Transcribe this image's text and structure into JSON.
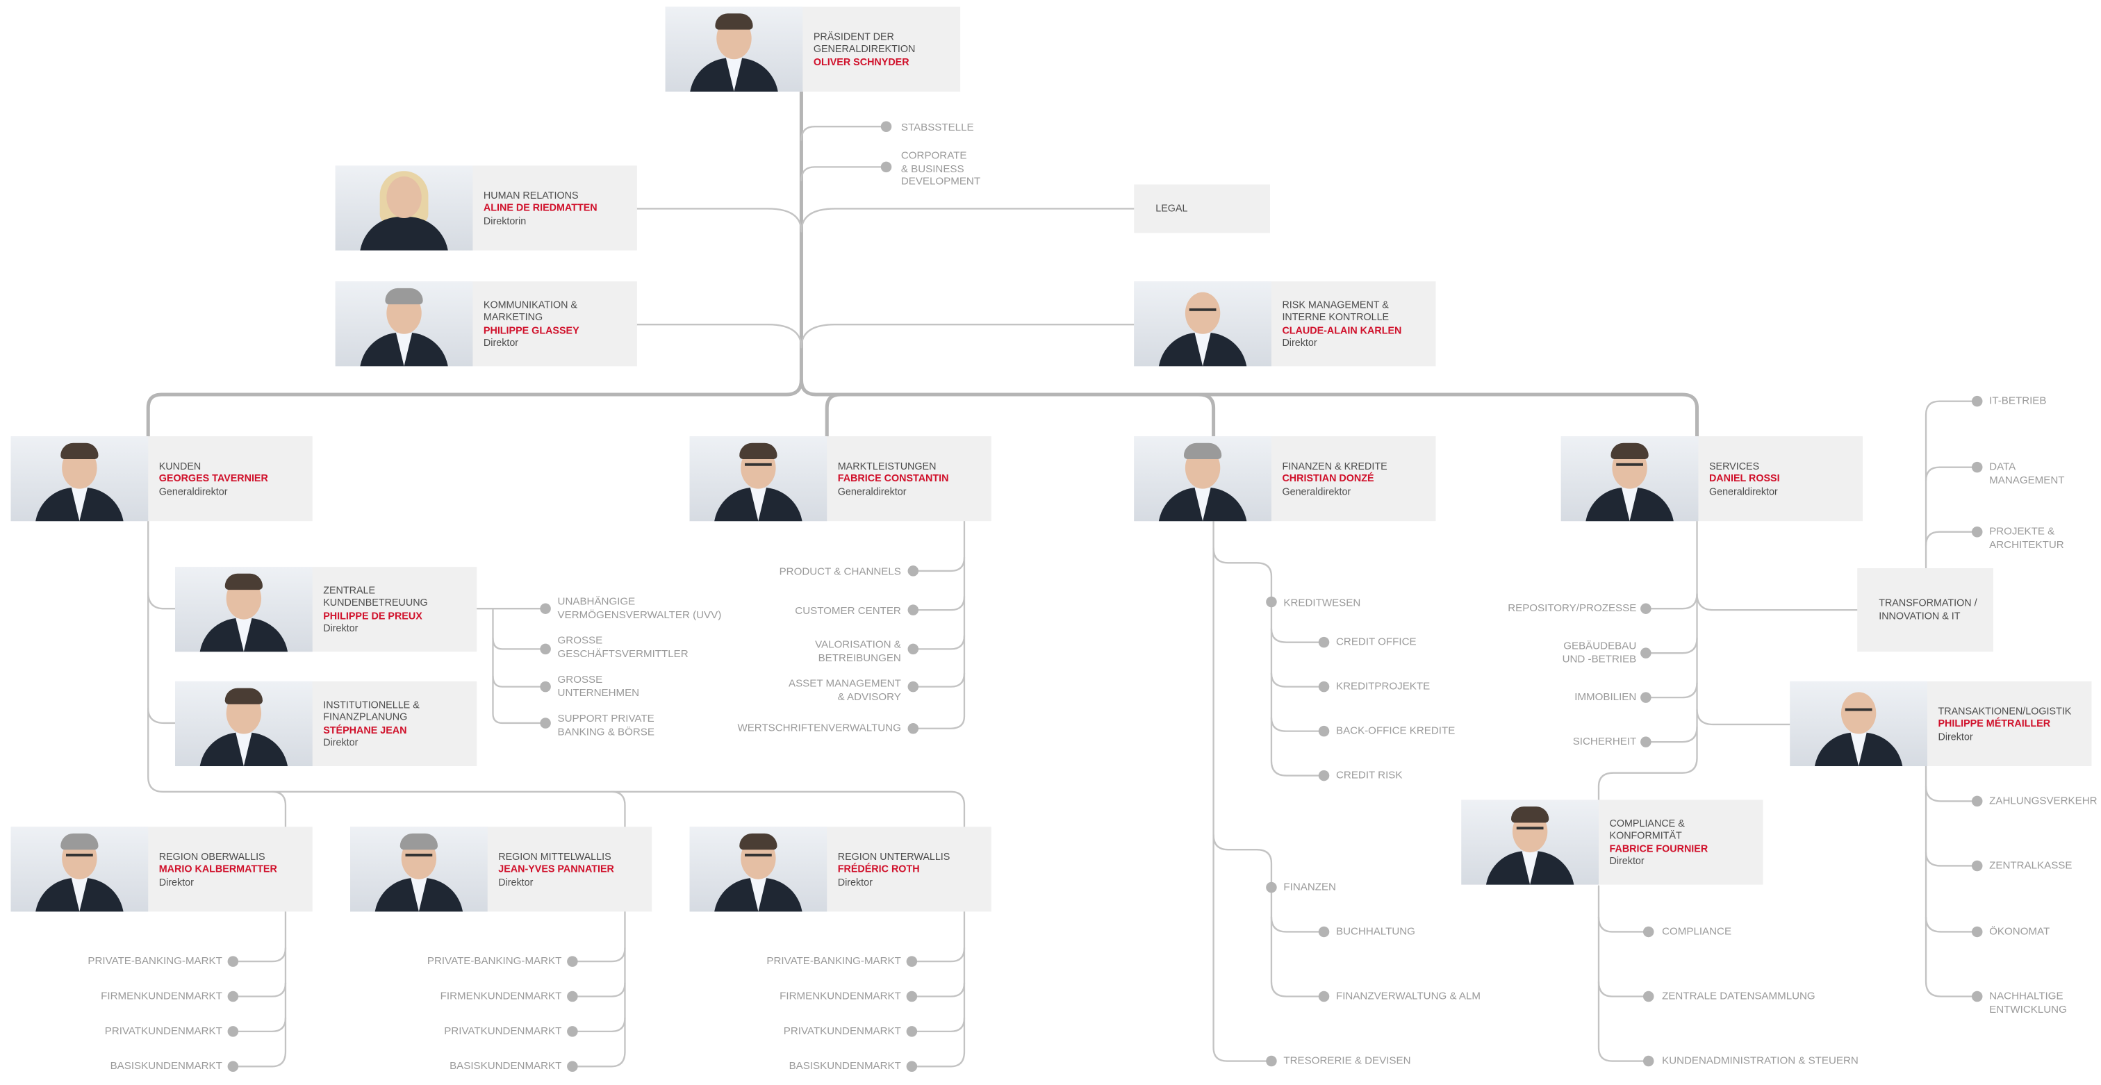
{
  "cards": {
    "president": {
      "role": "PRÄSIDENT DER GENERALDIREKTION",
      "name": "OLIVER SCHNYDER",
      "title": ""
    },
    "hr": {
      "role": "HUMAN RELATIONS",
      "name": "ALINE DE RIEDMATTEN",
      "title": "Direktorin"
    },
    "komm": {
      "role": "KOMMUNIKATION & MARKETING",
      "name": "PHILIPPE GLASSEY",
      "title": "Direktor"
    },
    "risk": {
      "role": "RISK MANAGEMENT & INTERNE KONTROLLE",
      "name": "CLAUDE-ALAIN KARLEN",
      "title": "Direktor"
    },
    "kunden": {
      "role": "KUNDEN",
      "name": "GEORGES TAVERNIER",
      "title": "Generaldirektor"
    },
    "markt": {
      "role": "MARKTLEISTUNGEN",
      "name": "FABRICE CONSTANTIN",
      "title": "Generaldirektor"
    },
    "finanzen": {
      "role": "FINANZEN & KREDITE",
      "name": "CHRISTIAN DONZÉ",
      "title": "Generaldirektor"
    },
    "services": {
      "role": "SERVICES",
      "name": "DANIEL ROSSI",
      "title": "Generaldirektor"
    },
    "zentrale": {
      "role": "ZENTRALE KUNDENBETREUUNG",
      "name": "PHILIPPE DE PREUX",
      "title": "Direktor"
    },
    "instit": {
      "role": "INSTITUTIONELLE & FINANZPLANUNG",
      "name": "STÉPHANE JEAN",
      "title": "Direktor"
    },
    "ober": {
      "role": "REGION OBERWALLIS",
      "name": "MARIO KALBERMATTER",
      "title": "Direktor"
    },
    "mittel": {
      "role": "REGION MITTELWALLIS",
      "name": "JEAN-YVES PANNATIER",
      "title": "Direktor"
    },
    "unter": {
      "role": "REGION UNTERWALLIS",
      "name": "FRÉDÉRIC ROTH",
      "title": "Direktor"
    },
    "transaktionen": {
      "role": "TRANSAKTIONEN/LOGISTIK",
      "name": "PHILIPPE MÉTRAILLER",
      "title": "Direktor"
    },
    "compliance": {
      "role": "COMPLIANCE & KONFORMITÄT",
      "name": "FABRICE FOURNIER",
      "title": "Direktor"
    }
  },
  "boxes": {
    "legal": "LEGAL",
    "transformation": "TRANSFORMATION / INNOVATION & IT"
  },
  "nodes": {
    "stab": "STABSSTELLE",
    "corp1": "CORPORATE",
    "corp2": "& BUSINESS",
    "corp3": "DEVELOPMENT",
    "uvv1": "UNABHÄNGIGE",
    "uvv2": "VERMÖGENSVERWALTER (UVV)",
    "gg1": "GROSSE",
    "gg2": "GESCHÄFTSVERMITTLER",
    "gu1": "GROSSE",
    "gu2": "UNTERNEHMEN",
    "sp1": "SUPPORT PRIVATE",
    "sp2": "BANKING & BÖRSE",
    "pc": "PRODUCT & CHANNELS",
    "cc": "CUSTOMER CENTER",
    "val1": "VALORISATION &",
    "val2": "BETREIBUNGEN",
    "am1": "ASSET MANAGEMENT",
    "am2": "& ADVISORY",
    "wsv": "WERTSCHRIFTENVERWALTUNG",
    "kw": "KREDITWESEN",
    "co": "CREDIT OFFICE",
    "kp": "KREDITPROJEKTE",
    "bo": "BACK-OFFICE KREDITE",
    "cr": "CREDIT RISK",
    "fin": "FINANZEN",
    "bh": "BUCHHALTUNG",
    "fva": "FINANZVERWALTUNG & ALM",
    "td": "TRESORERIE & DEVISEN",
    "rep": "REPOSITORY/PROZESSE",
    "geb1": "GEBÄUDEBAU",
    "geb2": "UND -BETRIEB",
    "imm": "IMMOBILIEN",
    "sich": "SICHERHEIT",
    "itb": "IT-BETRIEB",
    "dm1": "DATA",
    "dm2": "MANAGEMENT",
    "pa1": "PROJEKTE &",
    "pa2": "ARCHITEKTUR",
    "zv": "ZAHLUNGSVERKEHR",
    "zk": "ZENTRALKASSE",
    "ok": "ÖKONOMAT",
    "ne1": "NACHHALTIGE",
    "ne2": "ENTWICKLUNG",
    "comp": "COMPLIANCE",
    "zd": "ZENTRALE DATENSAMMLUNG",
    "ka": "KUNDENADMINISTRATION & STEUERN",
    "o_pb": "PRIVATE-BANKING-MARKT",
    "o_fk": "FIRMENKUNDENMARKT",
    "o_pk": "PRIVATKUNDENMARKT",
    "o_bk": "BASISKUNDENMARKT",
    "m_pb": "PRIVATE-BANKING-MARKT",
    "m_fk": "FIRMENKUNDENMARKT",
    "m_pk": "PRIVATKUNDENMARKT",
    "m_bk": "BASISKUNDENMARKT",
    "u_pb": "PRIVATE-BANKING-MARKT",
    "u_fk": "FIRMENKUNDENMARKT",
    "u_pk": "PRIVATKUNDENMARKT",
    "u_bk": "BASISKUNDENMARKT"
  }
}
